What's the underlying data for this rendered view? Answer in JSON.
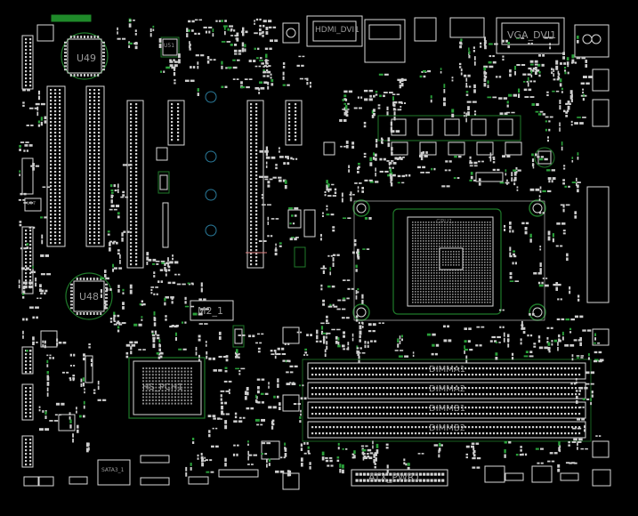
{
  "labels": {
    "u49": "U49",
    "u48": "U48",
    "u51": "U51",
    "u57": "U57",
    "m2": "M2_1",
    "chipset": "HS_PCH1",
    "hdmi": "HDMI_DVI1",
    "vga": "VGA_DVI1",
    "cpu": "CPU1",
    "dimm1": "DIMMA1",
    "dimm2": "DIMMA2",
    "dimm3": "DIMMB1",
    "dimm4": "DIMMB2",
    "atx": "ATX_PWR1",
    "sata": "SATA3_1"
  },
  "colors": {
    "background": "#000000",
    "silkscreen": "#d8d8d8",
    "outline": "#1f7a2a",
    "pad": "#cfcfcf",
    "label": "#9a9a9a"
  }
}
